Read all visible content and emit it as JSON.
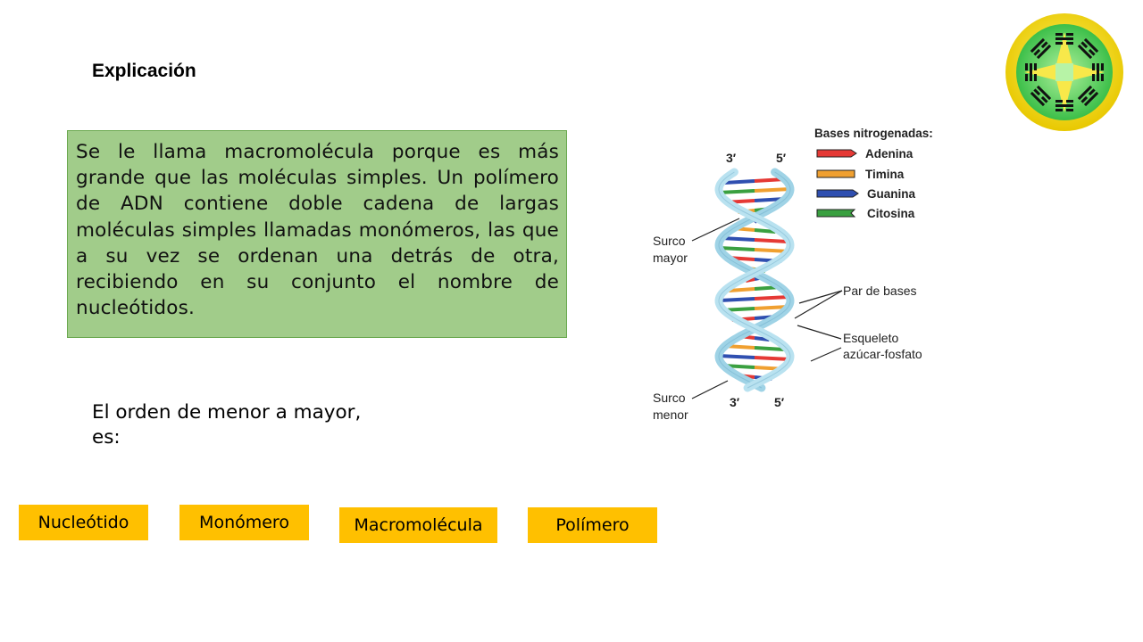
{
  "slide": {
    "title": "Explicación",
    "explanation": "Se le llama macromolécula porque es más grande que las moléculas simples. Un polímero de ADN contiene doble cadena de largas moléculas simples llamadas monómeros, las que a su vez se ordenan una detrás de otra, recibiendo en su conjunto el nombre de nucleótidos.",
    "order_prompt": "El orden de menor a mayor, es:",
    "options": [
      {
        "label": "Nucleótido"
      },
      {
        "label": "Monómero"
      },
      {
        "label": "Macromolécula"
      },
      {
        "label": "Polímero"
      }
    ]
  },
  "diagram": {
    "legend_title": "Bases nitrogenadas:",
    "bases": [
      {
        "name": "Adenina",
        "color": "#e53935"
      },
      {
        "name": "Timina",
        "color": "#f0a030"
      },
      {
        "name": "Guanina",
        "color": "#2f4fb0"
      },
      {
        "name": "Citosina",
        "color": "#3aa040"
      }
    ],
    "strand_ends": {
      "top_left": "3′",
      "top_right": "5′",
      "bottom_left": "3′",
      "bottom_right": "5′"
    },
    "labels": {
      "surco_mayor_1": "Surco",
      "surco_mayor_2": "mayor",
      "par_bases": "Par de bases",
      "esqueleto_1": "Esqueleto",
      "esqueleto_2": "azúcar-fosfato",
      "surco_menor_1": "Surco",
      "surco_menor_2": "menor"
    },
    "backbone_color": "#9fd3e6"
  },
  "logo": {
    "name": "school-emblem",
    "colors": {
      "outer": "#f3e11a",
      "inner": "#5fd35c",
      "center": "#a8ef9a"
    }
  }
}
